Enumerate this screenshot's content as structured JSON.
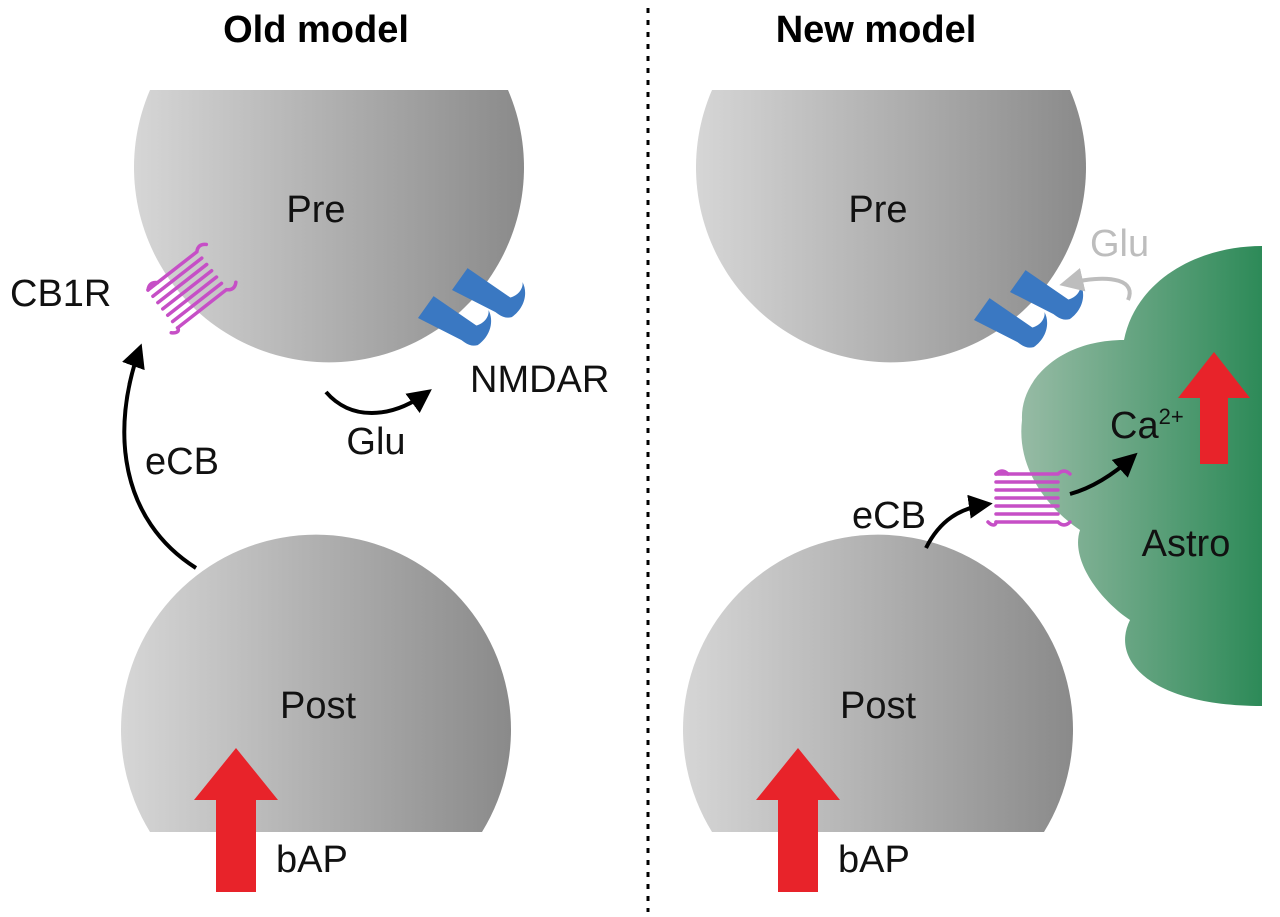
{
  "panels": {
    "old": {
      "title": "Old model",
      "pre": "Pre",
      "post": "Post",
      "cb1r": "CB1R",
      "nmdar": "NMDAR",
      "glu": "Glu",
      "ecb": "eCB",
      "bap": "bAP"
    },
    "new": {
      "title": "New model",
      "pre": "Pre",
      "post": "Post",
      "glu": "Glu",
      "ecb": "eCB",
      "ca_base": "Ca",
      "ca_sup": "2+",
      "astro": "Astro",
      "bap": "bAP"
    }
  },
  "colors": {
    "cell_light": "#d4d4d4",
    "cell_dark": "#8c8c8c",
    "receptor_cb1r": "#c64fc6",
    "receptor_nmdar": "#3a78c2",
    "astro_light": "#8fb7a0",
    "astro_dark": "#2e8b57",
    "arrow_red": "#e8232a",
    "arrow_black": "#000000",
    "glu_gray": "#bdbdbd"
  },
  "icons": [
    "cb1r-receptor-icon",
    "nmdar-receptor-icon",
    "red-up-arrow-icon",
    "curved-arrow-icon"
  ]
}
